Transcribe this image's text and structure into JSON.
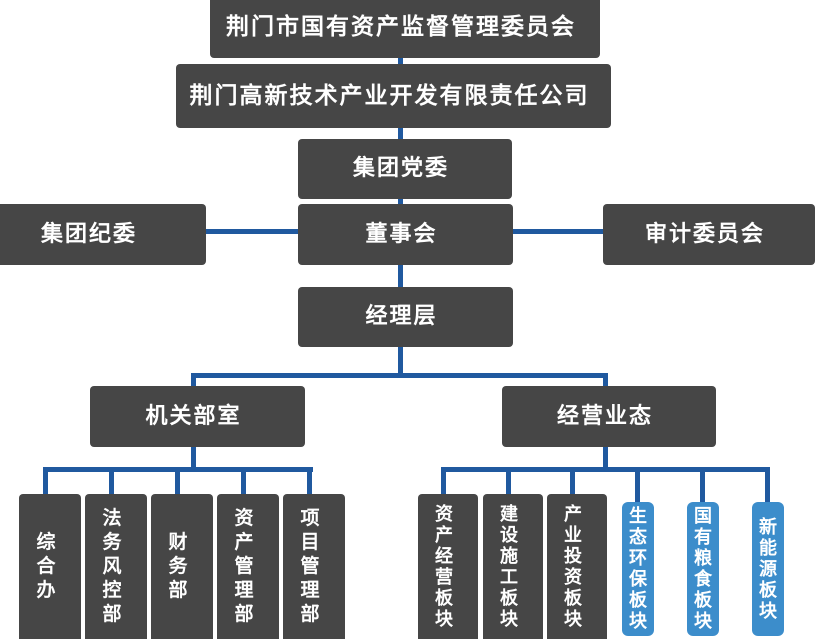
{
  "palette": {
    "node_fill": "#3C8DCB",
    "node_text": "#FFFFFF",
    "shadow": "#464646",
    "connector": "#20599F"
  },
  "nodes": {
    "level1": "荆门市国有资产监督管理委员会",
    "level2": "荆门高新技术产业开发有限责任公司",
    "level3": "集团党委",
    "level4_left": "集团纪委",
    "level4_center": "董事会",
    "level4_right": "审计委员会",
    "level5": "经理层",
    "branch_left": "机关部室",
    "branch_right": "经营业态"
  },
  "departments": [
    "综合办",
    "法务风控部",
    "财务部",
    "资产管理部",
    "项目管理部"
  ],
  "business_units": [
    "资产经营板块",
    "建设施工板块",
    "产业投资板块",
    "生态环保板块",
    "国有粮食板块",
    "新能源板块"
  ]
}
